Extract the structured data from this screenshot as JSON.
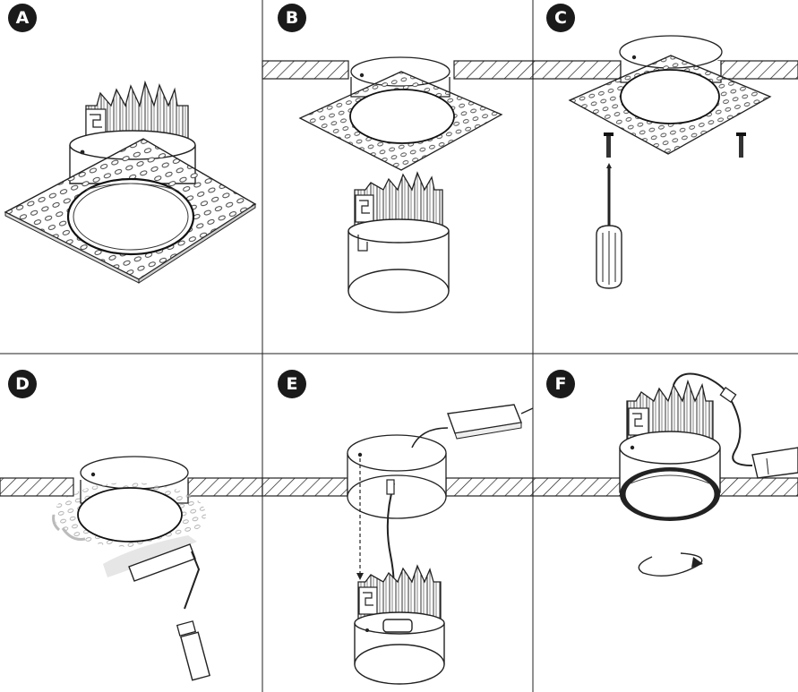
{
  "steps": [
    {
      "label": "A"
    },
    {
      "label": "B"
    },
    {
      "label": "C"
    },
    {
      "label": "D"
    },
    {
      "label": "E"
    },
    {
      "label": "F"
    }
  ]
}
